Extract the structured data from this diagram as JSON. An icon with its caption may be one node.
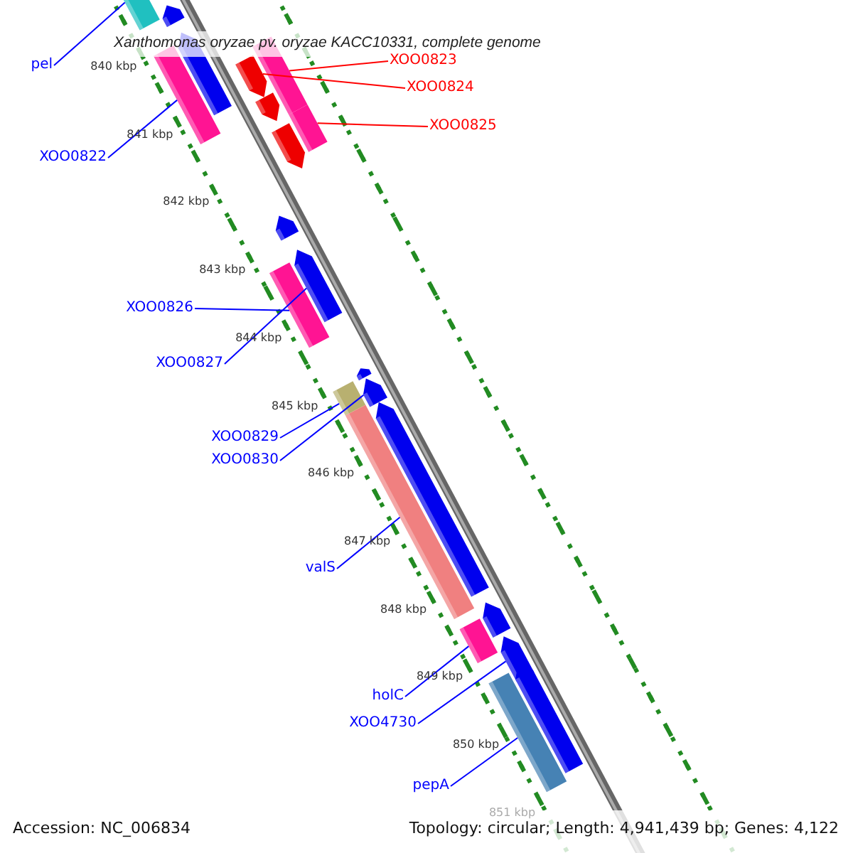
{
  "diagram": {
    "title": "Xanthomonas oryzae pv. oryzae KACC10331, complete genome",
    "nodes": [
      {
        "text": [
          "pel"
        ]
      },
      {
        "text": [
          "XOO0823"
        ]
      },
      {
        "text": [
          "XOO0824"
        ]
      },
      {
        "text": [
          "XOO0822"
        ]
      },
      {
        "text": [
          "XOO0825"
        ]
      },
      {
        "text": [
          "XOO0826"
        ]
      },
      {
        "text": [
          "XOO0827"
        ]
      },
      {
        "text": [
          "XOO0829"
        ]
      },
      {
        "text": [
          "XOO0830"
        ]
      },
      {
        "text": [
          "valS"
        ]
      },
      {
        "text": [
          "holC"
        ]
      },
      {
        "text": [
          "XOO4730"
        ]
      },
      {
        "text": [
          "pepA"
        ]
      },
      {
        "text": [],
        "shape": "arrow"
      },
      {
        "text": [],
        "shape": "bar"
      },
      {
        "text": [],
        "shape": "arrow"
      },
      {
        "text": [],
        "shape": "bar"
      },
      {
        "text": [],
        "shape": "bar"
      },
      {
        "text": [],
        "shape": "arrow"
      },
      {
        "text": [],
        "shape": "arrow"
      },
      {
        "text": [],
        "shape": "bar"
      },
      {
        "text": [],
        "shape": "arrow"
      },
      {
        "text": [],
        "shape": "arrow"
      },
      {
        "text": [],
        "shape": "arrow"
      },
      {
        "text": [],
        "shape": "bar"
      },
      {
        "text": [],
        "shape": "arrow"
      },
      {
        "text": [],
        "shape": "bar"
      },
      {
        "text": [],
        "shape": "arrow"
      },
      {
        "text": [],
        "shape": "bar"
      },
      {
        "text": [],
        "shape": "arrow"
      },
      {
        "text": [],
        "shape": "arrow"
      },
      {
        "text": [],
        "shape": "bar"
      },
      {
        "text": [],
        "shape": "arrow"
      },
      {
        "text": [],
        "shape": "arrow"
      },
      {
        "text": [],
        "shape": "bar"
      }
    ],
    "edges": [
      {
        "from": 0,
        "to": 14,
        "arrow": "none"
      },
      {
        "from": 1,
        "to": 17,
        "arrow": "none",
        "color": "#ff0000"
      },
      {
        "from": 2,
        "to": 18,
        "arrow": "none",
        "color": "#ff0000"
      },
      {
        "from": 3,
        "to": 16,
        "arrow": "none"
      },
      {
        "from": 4,
        "to": 20,
        "arrow": "none",
        "color": "#ff0000"
      },
      {
        "from": 5,
        "to": 24,
        "arrow": "none"
      },
      {
        "from": 6,
        "to": 23,
        "arrow": "none"
      },
      {
        "from": 7,
        "to": 26,
        "arrow": "none"
      },
      {
        "from": 8,
        "to": 27,
        "arrow": "none"
      },
      {
        "from": 9,
        "to": 28,
        "arrow": "none"
      },
      {
        "from": 10,
        "to": 31,
        "arrow": "none"
      },
      {
        "from": 11,
        "to": 32,
        "arrow": "none"
      },
      {
        "from": 12,
        "to": 34,
        "arrow": "none"
      }
    ],
    "labels": [
      "840 kbp",
      "841 kbp",
      "842 kbp",
      "843 kbp",
      "844 kbp",
      "845 kbp",
      "846 kbp",
      "847 kbp",
      "848 kbp",
      "849 kbp",
      "850 kbp",
      "851 kbp",
      "Accession: NC_006834",
      "Topology: circular; Length: 4,941,439 bp; Genes: 4,122"
    ]
  }
}
